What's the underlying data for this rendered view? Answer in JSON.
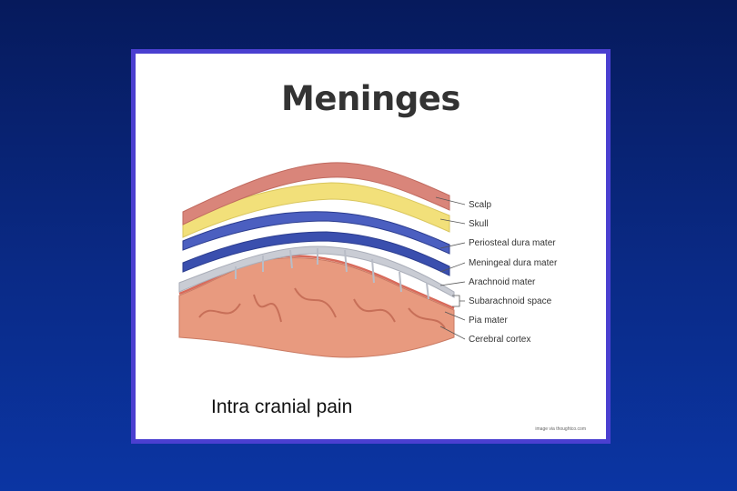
{
  "slide": {
    "title": "Meninges",
    "caption": "Intra cranial pain",
    "credit": "image via thoughtco.com"
  },
  "diagram": {
    "labels": [
      "Scalp",
      "Skull",
      "Periosteal dura mater",
      "Meningeal dura mater",
      "Arachnoid mater",
      "Subarachnoid space",
      "Pia mater",
      "Cerebral cortex"
    ]
  },
  "colors": {
    "background": "#0a2a86",
    "frame_border": "#4a3fd0",
    "scalp": "#d9857a",
    "skull": "#f2e07a",
    "dura": "#3a4fae",
    "arachnoid": "#c9ccd4",
    "cortex": "#e89a7f"
  }
}
